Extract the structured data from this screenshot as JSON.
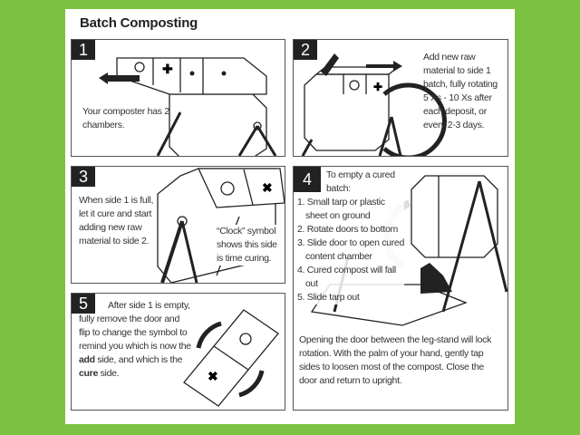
{
  "title": "Batch Composting",
  "colors": {
    "background": "#7cc242",
    "panel_border": "#555555",
    "number_badge": "#222222"
  },
  "panels": [
    {
      "number": "1",
      "text": "Your composter has 2 chambers."
    },
    {
      "number": "2",
      "text": "Add new raw material to side 1 batch, fully rotating 5 Xs - 10 Xs after each deposit, or every 2-3 days."
    },
    {
      "number": "3",
      "text": "When side 1 is full, let it cure and start adding new raw material to side 2.",
      "callout": "“Clock” symbol shows this side is time curing."
    },
    {
      "number": "4",
      "intro": "To empty a cured batch:",
      "steps": [
        "1. Small tarp or plastic sheet on ground",
        "2. Rotate doors to bottom",
        "3. Slide door to open cured content chamber",
        "4. Cured compost will fall out",
        "5. Slide tarp out"
      ],
      "note": "Opening the door between the leg-stand will lock rotation. With the palm of your hand, gently tap sides to loosen most of the compost. Close the door and return to upright."
    },
    {
      "number": "5",
      "text_pre": "After side 1 is empty, fully remove the door and flip to change the symbol to remind you which is now the ",
      "bold1": "add",
      "text_mid": " side, and which is the ",
      "bold2": "cure",
      "text_post": " side."
    }
  ]
}
